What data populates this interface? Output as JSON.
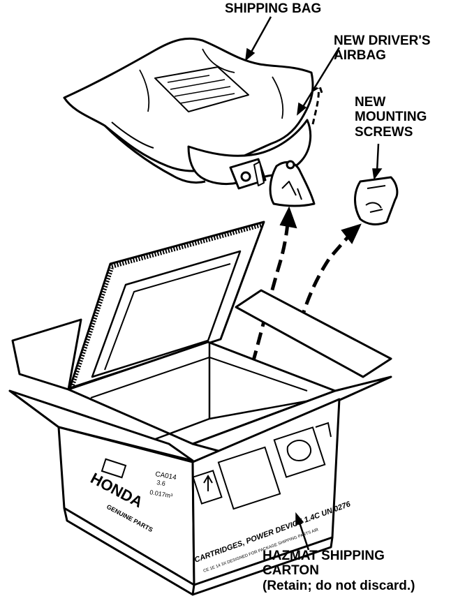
{
  "labels": {
    "shipping_bag": "SHIPPING BAG",
    "airbag_line1": "NEW DRIVER'S",
    "airbag_line2": "AIRBAG",
    "screws_line1": "NEW",
    "screws_line2": "MOUNTING",
    "screws_line3": "SCREWS",
    "carton_line1": "HAZMAT SHIPPING",
    "carton_line2": "CARTON",
    "carton_line3": "(Retain; do not discard.)"
  },
  "carton_print": {
    "brand": "HONDA",
    "brand_sub": "GENUINE PARTS",
    "code_line1": "CA014",
    "code_line2": "3.6",
    "code_line3": "0.017m³",
    "hazard_line1": "CARTRIDGES, POWER DEVICE 1.4C UN 0276",
    "hazard_line2": "CE 1E 14 3X DESIGNED FOR PACKAGE SHIPPING PARTS AIR"
  }
}
